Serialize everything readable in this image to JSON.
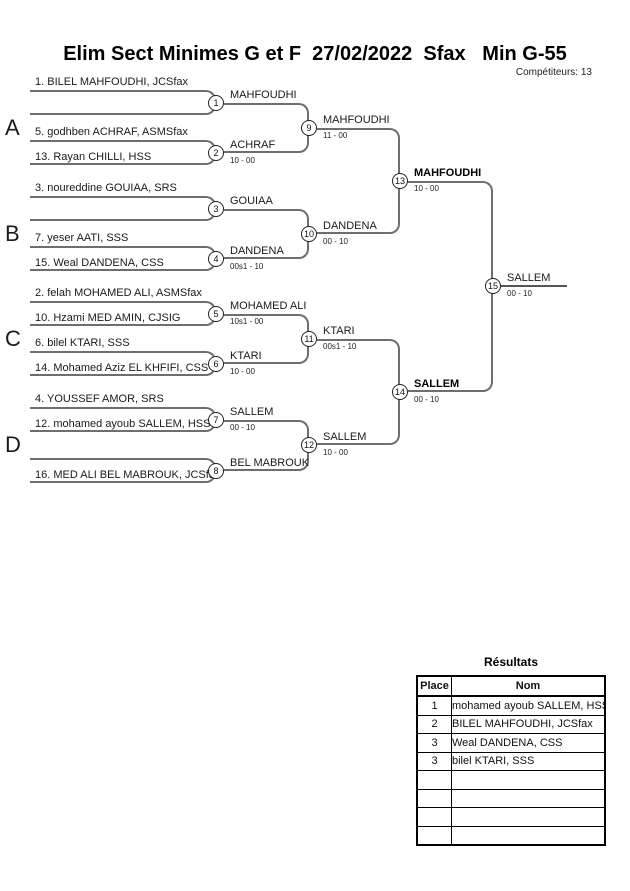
{
  "header": {
    "title": "Elim Sect Minimes G et F  27/02/2022  Sfax   Min G-55",
    "competitors_label": "Compétiteurs: 13"
  },
  "groups": [
    {
      "label": "A"
    },
    {
      "label": "B"
    },
    {
      "label": "C"
    },
    {
      "label": "D"
    }
  ],
  "bracket": {
    "entries": [
      {
        "name": "1. BILEL MAHFOUDHI, JCSfax"
      },
      {
        "name": ""
      },
      {
        "name": "5. godhben ACHRAF, ASMSfax"
      },
      {
        "name": "13. Rayan CHILLI, HSS"
      },
      {
        "name": "3. noureddine GOUIAA, SRS"
      },
      {
        "name": ""
      },
      {
        "name": "7. yeser AATI, SSS"
      },
      {
        "name": "15. Weal DANDENA, CSS"
      },
      {
        "name": "2. felah MOHAMED ALI, ASMSfax"
      },
      {
        "name": "10. Hzami MED AMIN, CJSIG"
      },
      {
        "name": "6. bilel KTARI, SSS"
      },
      {
        "name": "14. Mohamed Aziz EL KHFIFI, CSS"
      },
      {
        "name": "4. YOUSSEF AMOR, SRS"
      },
      {
        "name": "12. mohamed ayoub SALLEM, HSS"
      },
      {
        "name": ""
      },
      {
        "name": "16. MED ALI BEL MABROUK, JCSfax"
      }
    ],
    "matches": [
      {
        "number": "1",
        "winner": "MAHFOUDHI",
        "score": "",
        "bold": false
      },
      {
        "number": "2",
        "winner": "ACHRAF",
        "score": "10 - 00",
        "bold": false
      },
      {
        "number": "3",
        "winner": "GOUIAA",
        "score": "",
        "bold": false
      },
      {
        "number": "4",
        "winner": "DANDENA",
        "score": "00s1 - 10",
        "bold": false
      },
      {
        "number": "5",
        "winner": "MOHAMED ALI",
        "score": "10s1 - 00",
        "bold": false
      },
      {
        "number": "6",
        "winner": "KTARI",
        "score": "10 - 00",
        "bold": false
      },
      {
        "number": "7",
        "winner": "SALLEM",
        "score": "00 - 10",
        "bold": false
      },
      {
        "number": "8",
        "winner": "BEL MABROUK",
        "score": "",
        "bold": false
      },
      {
        "number": "9",
        "winner": "MAHFOUDHI",
        "score": "11 - 00",
        "bold": false
      },
      {
        "number": "10",
        "winner": "DANDENA",
        "score": "00 - 10",
        "bold": false
      },
      {
        "number": "11",
        "winner": "KTARI",
        "score": "00s1 - 10",
        "bold": false
      },
      {
        "number": "12",
        "winner": "SALLEM",
        "score": "10 - 00",
        "bold": false
      },
      {
        "number": "13",
        "winner": "MAHFOUDHI",
        "score": "10 - 00",
        "bold": true
      },
      {
        "number": "14",
        "winner": "SALLEM",
        "score": "00 - 10",
        "bold": true
      },
      {
        "number": "15",
        "winner": "SALLEM",
        "score": "00 - 10",
        "bold": false
      }
    ]
  },
  "results": {
    "heading": "Résultats",
    "columns": [
      "Place",
      "Nom"
    ],
    "rows": [
      [
        "1",
        "mohamed ayoub SALLEM, HSS"
      ],
      [
        "2",
        "BILEL MAHFOUDHI, JCSfax"
      ],
      [
        "3",
        "Weal DANDENA, CSS"
      ],
      [
        "3",
        "bilel KTARI, SSS"
      ],
      [
        "",
        ""
      ],
      [
        "",
        ""
      ],
      [
        "",
        ""
      ],
      [
        "",
        ""
      ]
    ]
  }
}
